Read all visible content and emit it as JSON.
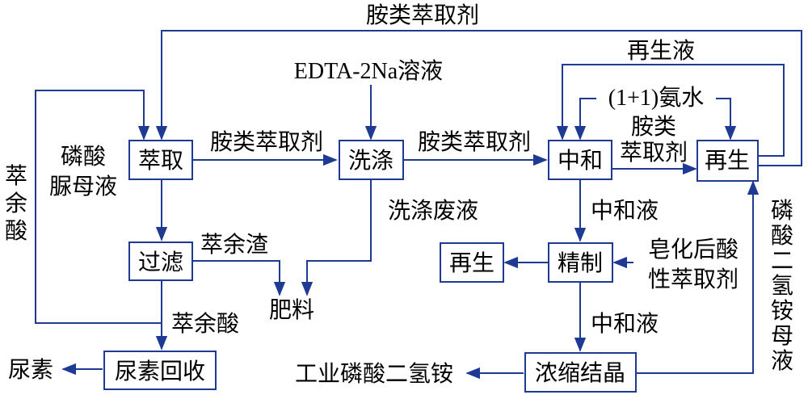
{
  "colors": {
    "line": "#1f3a93",
    "text": "#000000"
  },
  "boxes": {
    "extract": "萃取",
    "wash": "洗涤",
    "neutralize": "中和",
    "regen_top": "再生",
    "filter": "过滤",
    "refine": "精制",
    "regen_left": "再生",
    "urea_recovery": "尿素回收",
    "concentrate": "浓缩结晶"
  },
  "labels": {
    "amine_top": "胺类萃取剂",
    "regen_liquid": "再生液",
    "edta": "EDTA-2Na溶液",
    "ammonia": "(1+1)氨水",
    "phosphoric_1": "磷酸",
    "phosphoric_2": "脲母液",
    "amine_1": "胺类萃取剂",
    "amine_2": "胺类萃取剂",
    "amine_3a": "胺类",
    "amine_3b": "萃取剂",
    "raffinate_left_1": "萃",
    "raffinate_left_2": "余",
    "raffinate_left_3": "酸",
    "wash_waste": "洗涤废液",
    "neutral_liquid_1": "中和液",
    "residue": "萃余渣",
    "fertilizer": "肥料",
    "saponified_1": "皂化后酸",
    "saponified_2": "性萃取剂",
    "raffinate_acid": "萃余酸",
    "neutral_liquid_2": "中和液",
    "urea": "尿素",
    "product": "工业磷酸二氢铵",
    "map_mother": [
      "磷",
      "酸",
      "二",
      "氢",
      "铵",
      "母",
      "液"
    ]
  }
}
